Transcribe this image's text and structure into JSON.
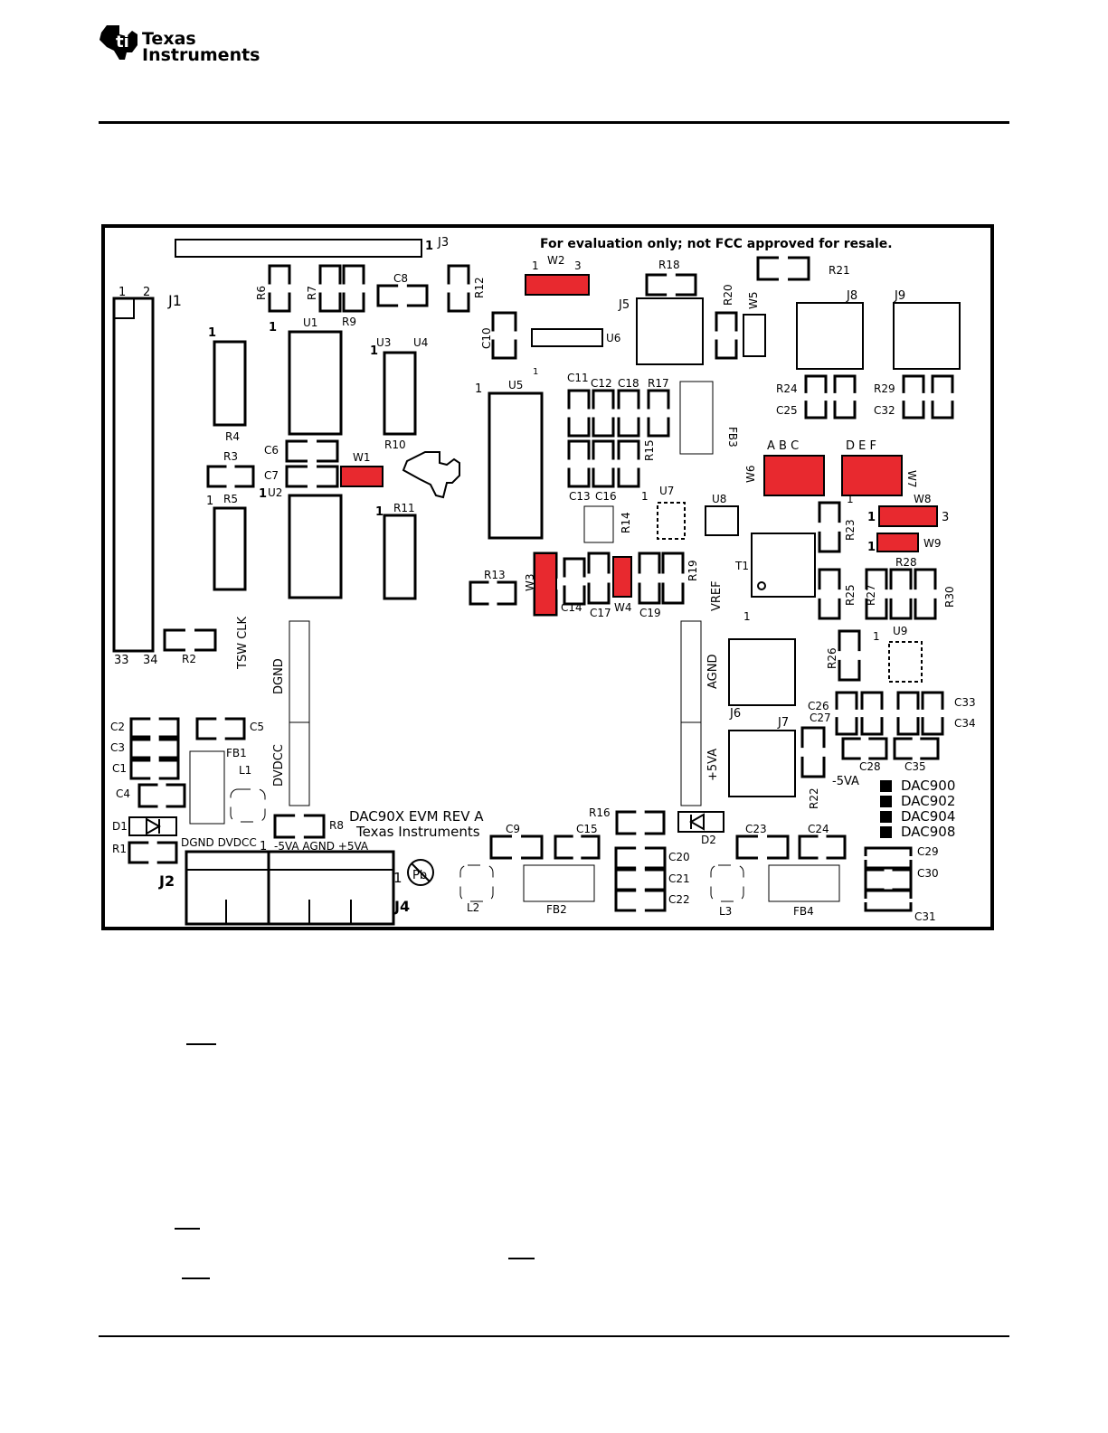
{
  "brand": {
    "line1": "Texas",
    "line2": "Instruments"
  },
  "board": {
    "notice": "For evaluation only; not FCC approved for resale.",
    "rev_line1": "DAC90X EVM REV A",
    "rev_line2": "Texas Instruments",
    "tsw_clk": "TSW CLK",
    "vref": "VREF",
    "neg5va": "-5VA",
    "j2_pins": "DGND  DVDCC",
    "j4_pins": "-5VA  AGND  +5VA",
    "header_dgnd": "DGND",
    "header_dvdcc": "DVDCC",
    "header_agnd": "AGND",
    "header_5va": "+5VA",
    "jumper_abc": "A   B   C",
    "jumper_def": "D   E   F",
    "pb": "Pb",
    "dac_options": [
      "DAC900",
      "DAC902",
      "DAC904",
      "DAC908"
    ],
    "refdes": {
      "J1": "J1",
      "J2": "J2",
      "J3": "J3",
      "J4": "J4",
      "J5": "J5",
      "J6": "J6",
      "J7": "J7",
      "J8": "J8",
      "J9": "J9",
      "U1": "U1",
      "U2": "U2",
      "U3": "U3",
      "U4": "U4",
      "U5": "U5",
      "U6": "U6",
      "U7": "U7",
      "U8": "U8",
      "U9": "U9",
      "R1": "R1",
      "R2": "R2",
      "R3": "R3",
      "R4": "R4",
      "R5": "R5",
      "R6": "R6",
      "R7": "R7",
      "R8": "R8",
      "R9": "R9",
      "R10": "R10",
      "R11": "R11",
      "R12": "R12",
      "R13": "R13",
      "R14": "R14",
      "R15": "R15",
      "R16": "R16",
      "R17": "R17",
      "R18": "R18",
      "R19": "R19",
      "R20": "R20",
      "R21": "R21",
      "R22": "R22",
      "R23": "R23",
      "R24": "R24",
      "R25": "R25",
      "R26": "R26",
      "R27": "R27",
      "R28": "R28",
      "R29": "R29",
      "R30": "R30",
      "C1": "C1",
      "C2": "C2",
      "C3": "C3",
      "C4": "C4",
      "C5": "C5",
      "C6": "C6",
      "C7": "C7",
      "C8": "C8",
      "C9": "C9",
      "C10": "C10",
      "C11": "C11",
      "C12": "C12",
      "C13": "C13",
      "C14": "C14",
      "C15": "C15",
      "C16": "C16",
      "C17": "C17",
      "C18": "C18",
      "C19": "C19",
      "C20": "C20",
      "C21": "C21",
      "C22": "C22",
      "C23": "C23",
      "C24": "C24",
      "C25": "C25",
      "C26": "C26",
      "C27": "C27",
      "C28": "C28",
      "C29": "C29",
      "C30": "C30",
      "C31": "C31",
      "C32": "C32",
      "C33": "C33",
      "C34": "C34",
      "C35": "C35",
      "W1": "W1",
      "W2": "W2",
      "W3": "W3",
      "W4": "W4",
      "W5": "W5",
      "W6": "W6",
      "W7": "W7",
      "W8": "W8",
      "W9": "W9",
      "FB1": "FB1",
      "FB2": "FB2",
      "FB3": "FB3",
      "FB4": "FB4",
      "L1": "L1",
      "L2": "L2",
      "L3": "L3",
      "D1": "D1",
      "D2": "D2",
      "T1": "T1"
    },
    "pins": {
      "one": "1",
      "two": "2",
      "three": "3",
      "p33": "33",
      "p34": "34"
    },
    "colors": {
      "jumper": "#e8292f",
      "outline": "#000000"
    }
  }
}
